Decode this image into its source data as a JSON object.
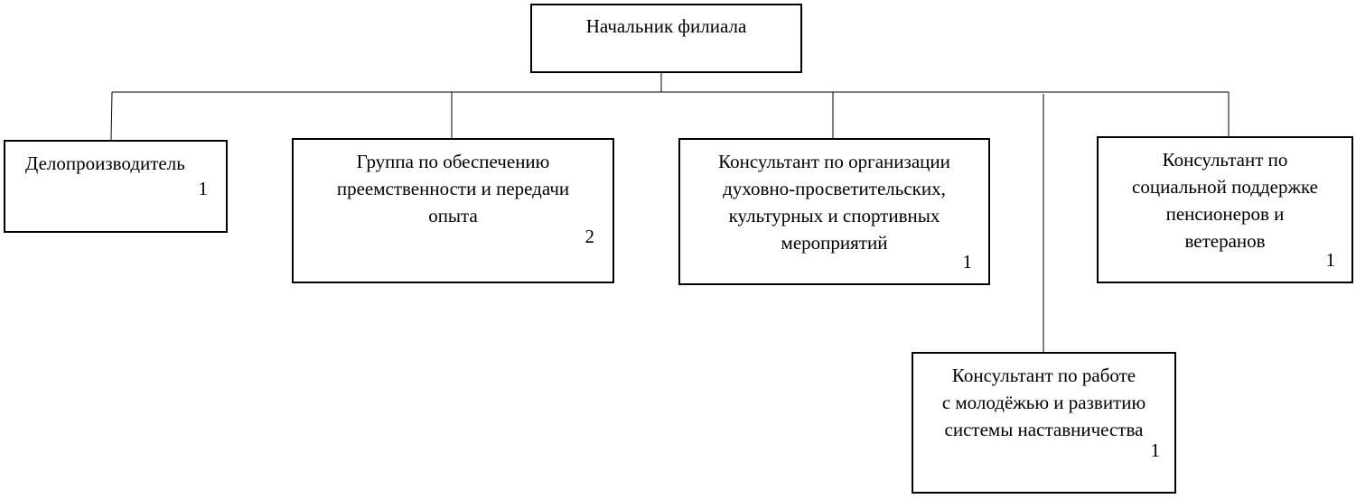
{
  "diagram": {
    "head": {
      "title": "Начальник филиала"
    },
    "units": [
      {
        "id": "clerk",
        "title": "Делопроизводитель",
        "count": "1"
      },
      {
        "id": "group",
        "title": "Группа по обеспечению\nпреемственности и передачи\nопыта",
        "count": "2"
      },
      {
        "id": "spiritual",
        "title": "Консультант по организации\nдуховно-просветительских,\nкультурных и спортивных\nмероприятий",
        "count": "1"
      },
      {
        "id": "social",
        "title": "Консультант по\nсоциальной поддержке\nпенсионеров и\nветеранов",
        "count": "1"
      },
      {
        "id": "youth",
        "title": "Консультант по работе\nс молодёжью и развитию\nсистемы наставничества",
        "count": "1"
      }
    ],
    "colors": {
      "line": "#000000",
      "box_border": "#000000",
      "background": "#ffffff"
    }
  }
}
